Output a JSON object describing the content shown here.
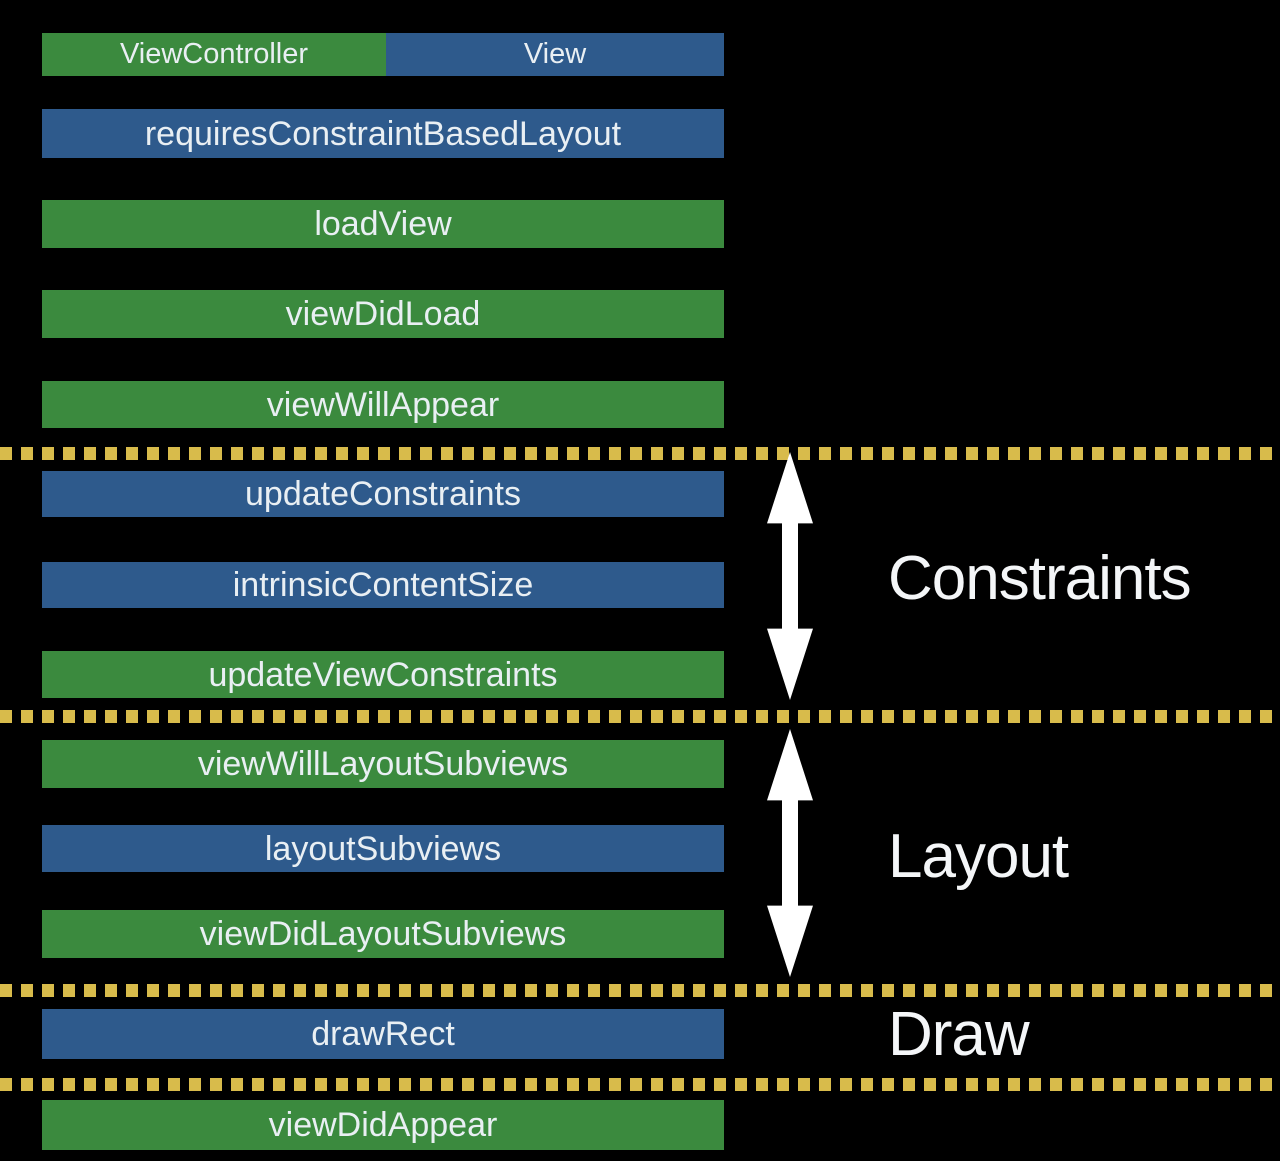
{
  "legend": {
    "viewcontroller": "ViewController",
    "view": "View"
  },
  "rows": [
    {
      "label": "requiresConstraintBasedLayout",
      "owner": "view"
    },
    {
      "label": "loadView",
      "owner": "viewcontroller"
    },
    {
      "label": "viewDidLoad",
      "owner": "viewcontroller"
    },
    {
      "label": "viewWillAppear",
      "owner": "viewcontroller"
    },
    {
      "label": "updateConstraints",
      "owner": "view"
    },
    {
      "label": "intrinsicContentSize",
      "owner": "view"
    },
    {
      "label": "updateViewConstraints",
      "owner": "viewcontroller"
    },
    {
      "label": "viewWillLayoutSubviews",
      "owner": "viewcontroller"
    },
    {
      "label": "layoutSubviews",
      "owner": "view"
    },
    {
      "label": "viewDidLayoutSubviews",
      "owner": "viewcontroller"
    },
    {
      "label": "drawRect",
      "owner": "view"
    },
    {
      "label": "viewDidAppear",
      "owner": "viewcontroller"
    }
  ],
  "sections": [
    {
      "label": "Constraints"
    },
    {
      "label": "Layout"
    },
    {
      "label": "Draw"
    }
  ],
  "colors": {
    "viewcontroller_green": "#3b8a3e",
    "view_blue": "#2e5a8c",
    "separator_yellow": "#d8bb4b",
    "arrow_white": "#ffffff",
    "background": "#000000",
    "text": "#e9eff3"
  }
}
